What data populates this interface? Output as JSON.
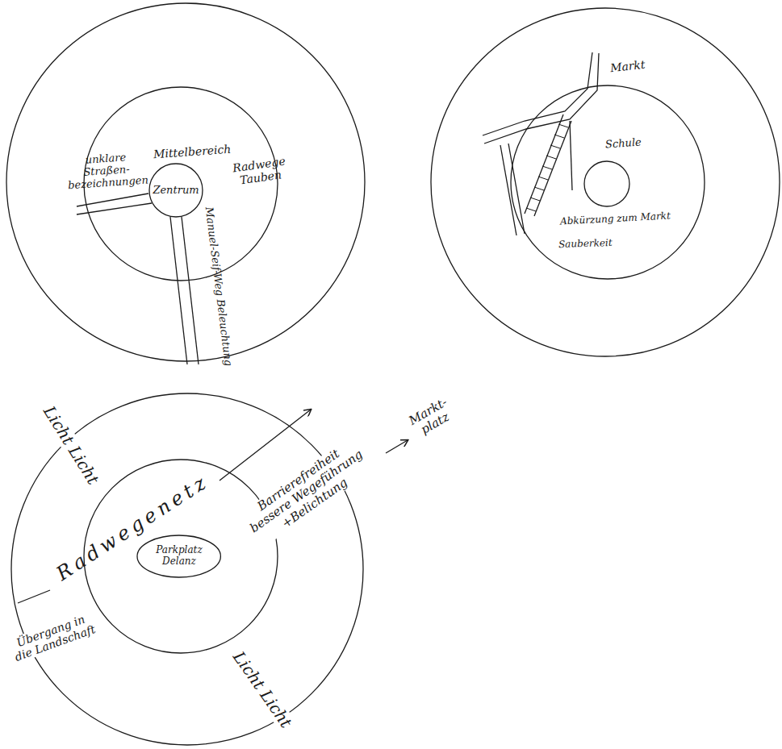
{
  "diagram": {
    "nodes": [
      {
        "text": [
          "Zentrum"
        ]
      },
      {
        "text": [
          "Parkplatz Delanz"
        ]
      }
    ],
    "labels": [
      "Mittelbereich",
      "Radwege Tauben",
      "unklare Straßen- bezeichnungen",
      "Manuel-Seif-Weg Beleuchtung",
      "Markt",
      "Schule",
      "Abkürzung zum Markt",
      "Sauberkeit",
      "Radwegenetz",
      "Licht Licht",
      "Barrierefreiheit bessere Wegeführung +Belichtung",
      "Markt- platz",
      "Licht Licht",
      "Übergang in die Landschaft"
    ]
  }
}
